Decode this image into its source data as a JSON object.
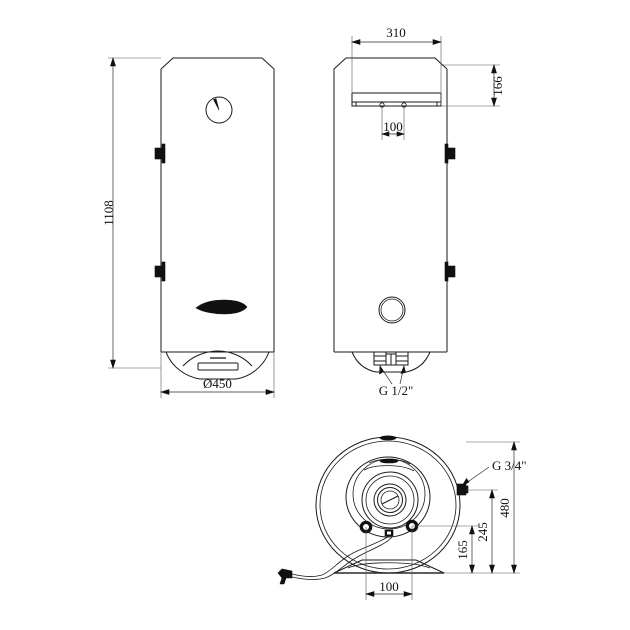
{
  "drawing": {
    "title": "Water heater technical dimension drawing",
    "background_color": "#ffffff",
    "line_color": "#1a1a1a",
    "text_color": "#111111",
    "units": "mm"
  },
  "views": {
    "front": {
      "name": "front-elevation",
      "features": [
        "gauge-dial",
        "brand-emblem",
        "wall-bracket-upper",
        "wall-bracket-lower",
        "bottom-cap"
      ]
    },
    "side": {
      "name": "side-elevation",
      "features": [
        "mounting-rail",
        "inspection-port",
        "wall-bracket-upper",
        "wall-bracket-lower",
        "bottom-connectors"
      ]
    },
    "bottom": {
      "name": "bottom-view",
      "features": [
        "concentric-rings",
        "center-cap",
        "port-left",
        "port-right",
        "power-cord",
        "plug",
        "stand-base",
        "side-fitting"
      ]
    }
  },
  "dimensions": {
    "height_total": "1108",
    "diameter": "Ø450",
    "width_bracket": "310",
    "depth_top": "166",
    "bracket_hole_spacing": "100",
    "thread_bottom": "G 1/2\"",
    "thread_side": "G 3/4\"",
    "bottom_depth": "480",
    "offset_245": "245",
    "offset_165": "165",
    "base_width": "100"
  }
}
